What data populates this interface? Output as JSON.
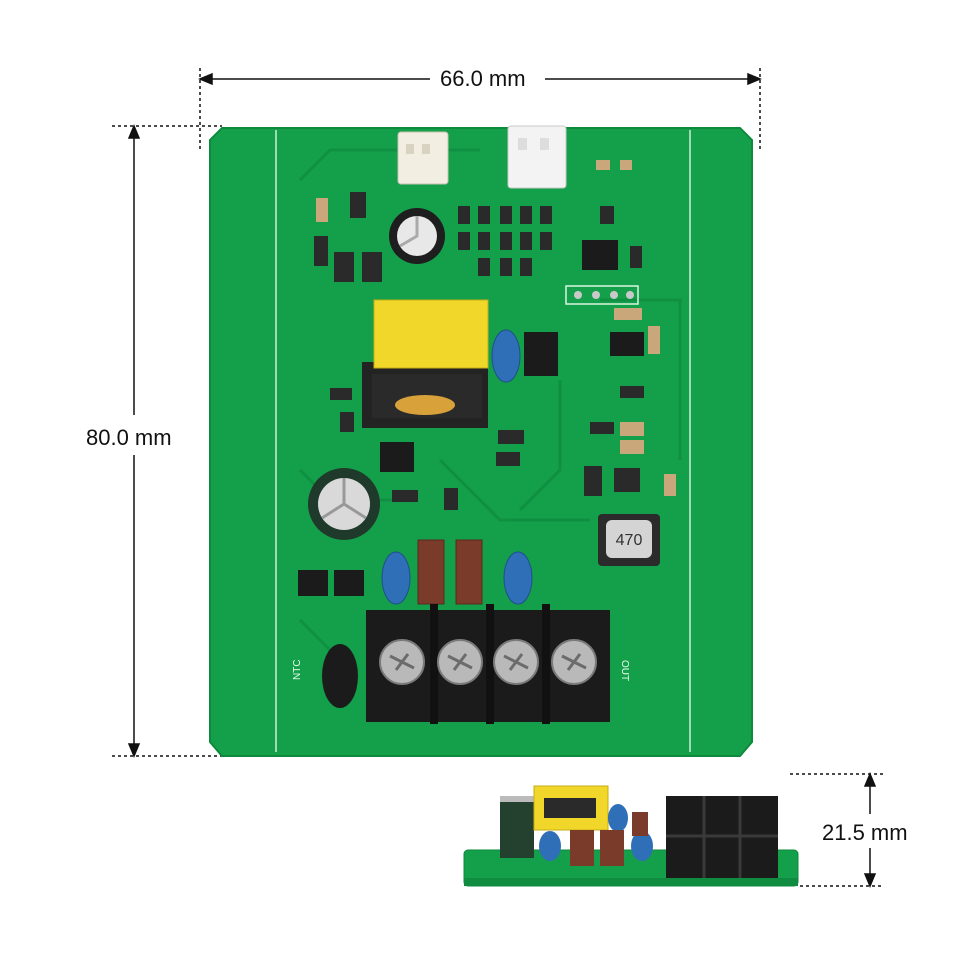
{
  "dimensions": {
    "width": "66.0 mm",
    "height": "80.0 mm",
    "thickness": "21.5 mm"
  },
  "board_markings": {
    "inductor_code": "470",
    "ntc_label": "NTC",
    "output_label": "OUT"
  },
  "colors": {
    "pcb_green": "#14a04a",
    "pcb_edge": "#0d8a3c",
    "terminal_black": "#1b1b1b",
    "transformer_yellow": "#f1d72a",
    "capacitor_blue": "#2f6fb8",
    "resistor_brown": "#7a3b2a"
  }
}
